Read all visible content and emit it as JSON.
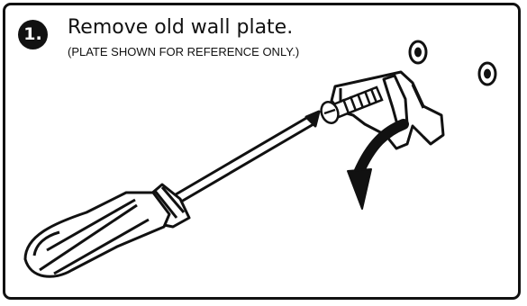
{
  "step": {
    "number": "1.",
    "title": "Remove old wall plate.",
    "note": "(PLATE SHOWN FOR REFERENCE ONLY.)"
  },
  "colors": {
    "ink": "#111111",
    "background": "#ffffff"
  }
}
